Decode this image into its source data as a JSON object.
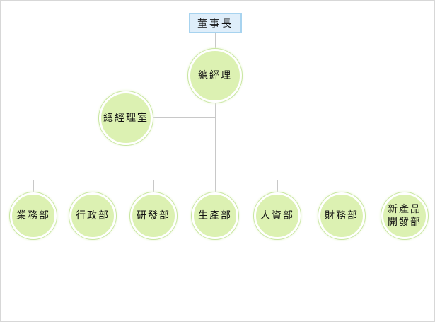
{
  "chart": {
    "top": "董事長",
    "gm": "總經理",
    "gm_office": "總經理室",
    "departments": [
      "業務部",
      "行政部",
      "研發部",
      "生產部",
      "人資部",
      "財務部"
    ],
    "last_dept_line1": "新產品",
    "last_dept_line2": "開發部"
  },
  "colors": {
    "box_fill": "#dfeefa",
    "box_border": "#a7d3ef",
    "node_fill": "#dcf1b2",
    "connector": "#c8c8c8"
  }
}
